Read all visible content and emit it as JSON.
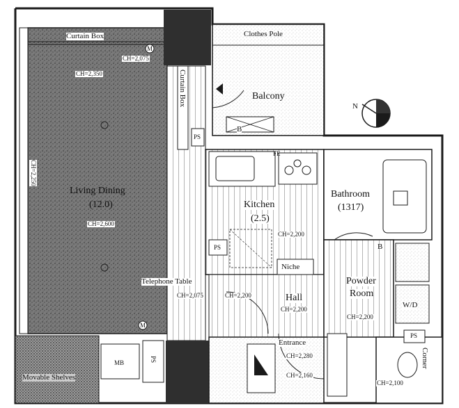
{
  "rooms": {
    "living_dining": "Living Dining",
    "living_dining_size": "(12.0)",
    "kitchen": "Kitchen",
    "kitchen_size": "(2.5)",
    "balcony": "Balcony",
    "bathroom": "Bathroom",
    "bathroom_size": "(1317)",
    "powder_room_line1": "Powder",
    "powder_room_line2": "Room",
    "hall": "Hall",
    "entrance": "Entrance",
    "niche": "Niche"
  },
  "fixtures": {
    "curtain_box_top": "Curtain Box",
    "curtain_box_side": "Curtain Box",
    "clothes_pole": "Clothes Pole",
    "telephone_table": "Telephone Table",
    "movable_shelves": "Movable Shelves",
    "corner": "Corner",
    "wd": "W/D",
    "ps_labels": [
      "PS",
      "PS",
      "PS",
      "PS"
    ],
    "mb": "MB",
    "b_markers": [
      "B",
      "B"
    ]
  },
  "ceiling_heights": {
    "ld_top": "CH=2,075",
    "ld_mid": "CH=2,350",
    "ld_main": "CH=2,600",
    "ld_window_side": "CH=2,250",
    "telephone": "CH=2,075",
    "corridor": "CH=2,200",
    "kitchen": "CH=2,200",
    "hall": "CH=2,200",
    "powder": "CH=2,200",
    "entrance_1": "CH=2,280",
    "entrance_2": "CH=2,160",
    "toilet": "CH=2,100"
  },
  "symbols": {
    "m_markers": [
      "M",
      "M"
    ],
    "compass_n": "N",
    "fe": "FE"
  },
  "colors": {
    "line": "#1a1a1a",
    "wall_fill": "#3a3a3a",
    "floor_dark": "#6e6e6e",
    "hatch": "#555555"
  }
}
